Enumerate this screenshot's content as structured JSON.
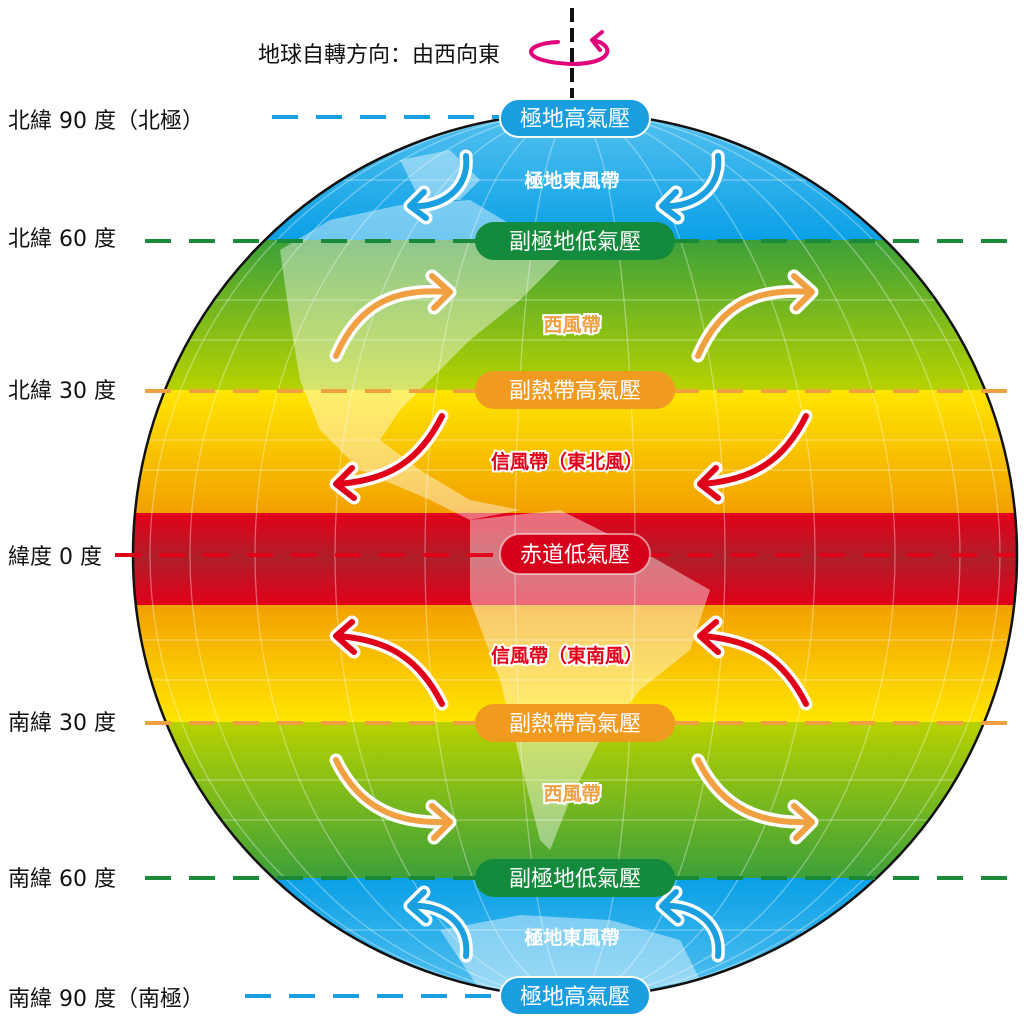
{
  "rotation": {
    "label": "地球自轉方向：由西向東"
  },
  "latitudes": [
    {
      "label": "北緯 90 度（北極）",
      "color": "#1aa0e0"
    },
    {
      "label": "北緯 60 度",
      "color": "#1a8a3a"
    },
    {
      "label": "北緯 30 度",
      "color": "#f0a040"
    },
    {
      "label": "緯度 0 度",
      "color": "#e0001a"
    },
    {
      "label": "南緯 30 度",
      "color": "#f0a040"
    },
    {
      "label": "南緯 60 度",
      "color": "#1a8a3a"
    },
    {
      "label": "南緯 90 度（南極）",
      "color": "#1aa0e0"
    }
  ],
  "pressure_belts": {
    "north_polar_high": "極地高氣壓",
    "north_subpolar_low": "副極地低氣壓",
    "north_subtropical_high": "副熱帶高氣壓",
    "equatorial_low": "赤道低氣壓",
    "south_subtropical_high": "副熱帶高氣壓",
    "south_subpolar_low": "副極地低氣壓",
    "south_polar_high": "極地高氣壓"
  },
  "wind_belts": {
    "north_polar_easterlies": "極地東風帶",
    "north_westerlies": "西風帶",
    "north_trades": "信風帶（東北風）",
    "south_trades": "信風帶（東南風）",
    "south_westerlies": "西風帶",
    "south_polar_easterlies": "極地東風帶"
  }
}
